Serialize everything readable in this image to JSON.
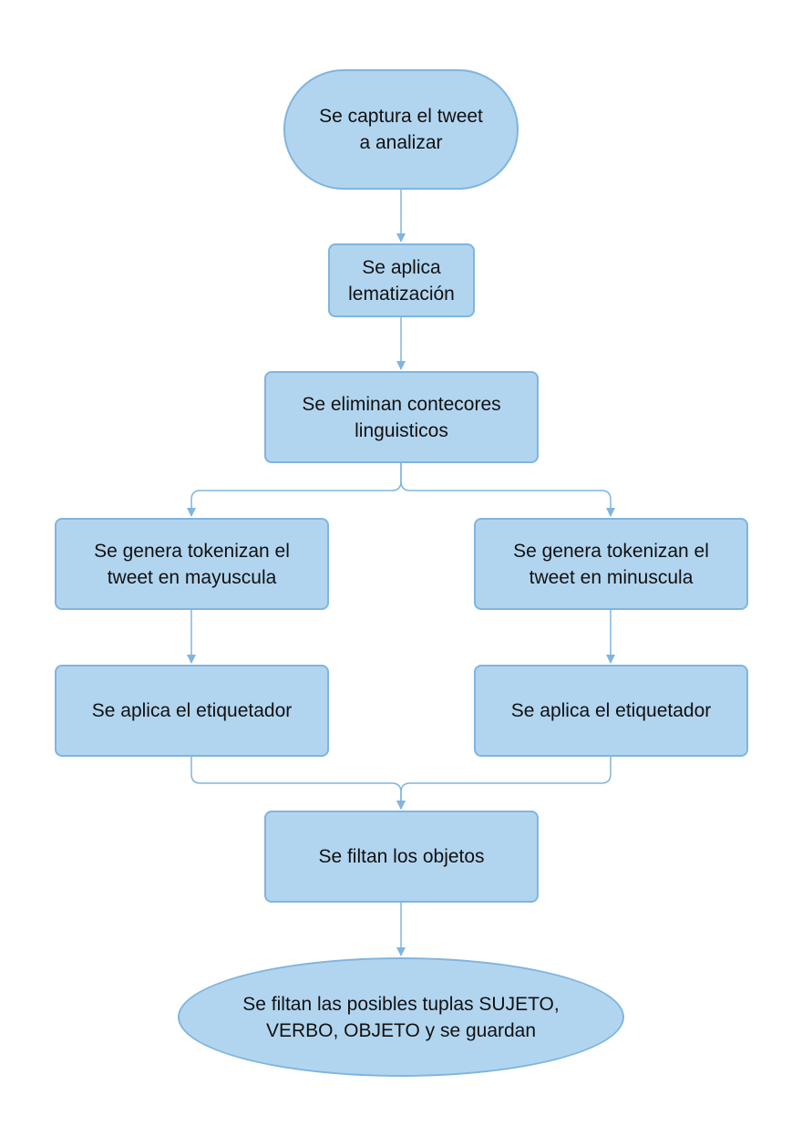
{
  "diagram": {
    "title": "",
    "colors": {
      "fill": "#b2d5ef",
      "stroke": "#7fb5e0",
      "connector": "#7fb5e0",
      "text": "#111111"
    },
    "nodes": [
      {
        "id": "n1",
        "shape": "terminal",
        "lines": [
          "Se captura el tweet",
          "a analizar"
        ]
      },
      {
        "id": "n2",
        "shape": "process",
        "lines": [
          "Se aplica",
          "lematización"
        ]
      },
      {
        "id": "n3",
        "shape": "process",
        "lines": [
          "Se eliminan contecores",
          "linguisticos"
        ]
      },
      {
        "id": "n4",
        "shape": "process",
        "lines": [
          "Se genera tokenizan el",
          "tweet en mayuscula"
        ]
      },
      {
        "id": "n5",
        "shape": "process",
        "lines": [
          "Se genera tokenizan el",
          "tweet en minuscula"
        ]
      },
      {
        "id": "n6",
        "shape": "process",
        "lines": [
          "Se aplica el etiquetador"
        ]
      },
      {
        "id": "n7",
        "shape": "process",
        "lines": [
          "Se aplica el etiquetador"
        ]
      },
      {
        "id": "n8",
        "shape": "process",
        "lines": [
          "Se filtan los objetos"
        ]
      },
      {
        "id": "n9",
        "shape": "terminal-ellipse",
        "lines": [
          "Se filtan las posibles tuplas SUJETO,",
          "VERBO, OBJETO y se guardan"
        ]
      }
    ],
    "edges": [
      {
        "from": "n1",
        "to": "n2"
      },
      {
        "from": "n2",
        "to": "n3"
      },
      {
        "from": "n3",
        "to": "n4"
      },
      {
        "from": "n3",
        "to": "n5"
      },
      {
        "from": "n4",
        "to": "n6"
      },
      {
        "from": "n5",
        "to": "n7"
      },
      {
        "from": "n6",
        "to": "n8"
      },
      {
        "from": "n7",
        "to": "n8"
      },
      {
        "from": "n8",
        "to": "n9"
      }
    ]
  }
}
